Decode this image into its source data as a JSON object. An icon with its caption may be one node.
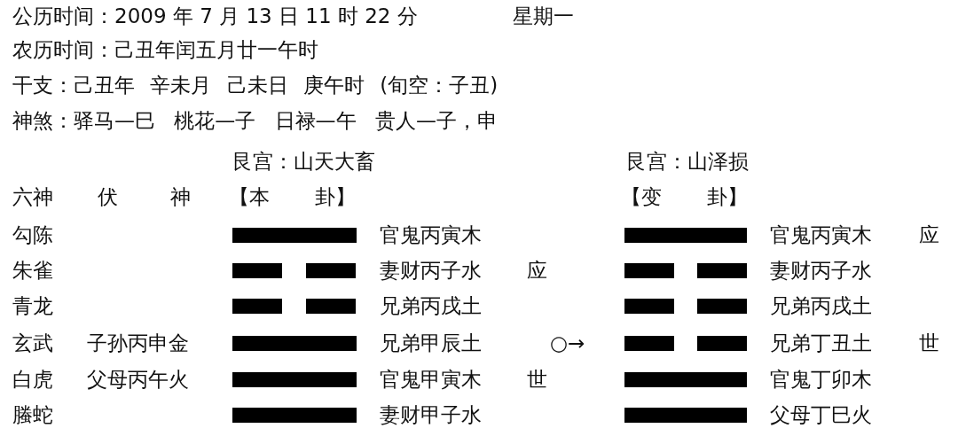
{
  "diagram": {
    "nodes": [
      {
        "text": [],
        "shape": "bar"
      },
      {
        "text": [],
        "shape": "bar"
      },
      {
        "text": [],
        "shape": "bar"
      },
      {
        "text": [],
        "shape": "bar"
      },
      {
        "text": [],
        "shape": "bar"
      },
      {
        "text": [],
        "shape": "bar"
      },
      {
        "text": [],
        "shape": "bar"
      },
      {
        "text": [],
        "shape": "bar"
      },
      {
        "text": [],
        "shape": "bar"
      },
      {
        "text": [],
        "shape": "bar"
      },
      {
        "text": [],
        "shape": "bar"
      },
      {
        "text": [],
        "shape": "bar"
      },
      {
        "text": [],
        "shape": "bar"
      },
      {
        "text": [],
        "shape": "bar"
      },
      {
        "text": [],
        "shape": "bar"
      },
      {
        "text": [],
        "shape": "bar"
      },
      {
        "text": [],
        "shape": "bar"
      }
    ],
    "labels": [
      "公历时间：2009 年 7 月 13 日 11 时 22 分",
      "星期一",
      "农历时间：己丑年闰五月廿一午时",
      "干支：己丑年 辛未月 己未日 庚午时 (旬空：子丑)",
      "神煞：驿马—巳 桃花—子 日禄—午 贵人—子，申",
      "艮宫：山天大畜",
      "艮宫：山泽损",
      "六神",
      "伏 神",
      "【本 卦】",
      "【变 卦】",
      "勾陈",
      "官鬼丙寅木",
      "官鬼丙寅木",
      "应",
      "朱雀",
      "妻财丙子水",
      "应",
      "妻财丙子水",
      "青龙",
      "兄弟丙戌土",
      "兄弟丙戌土",
      "玄武",
      "子孙丙申金",
      "兄弟甲辰土",
      "○→",
      "兄弟丁丑土",
      "世",
      "白虎",
      "父母丙午火",
      "官鬼甲寅木",
      "世",
      "官鬼丁卯木",
      "螣蛇",
      "妻财甲子水",
      "父母丁巳火"
    ]
  }
}
